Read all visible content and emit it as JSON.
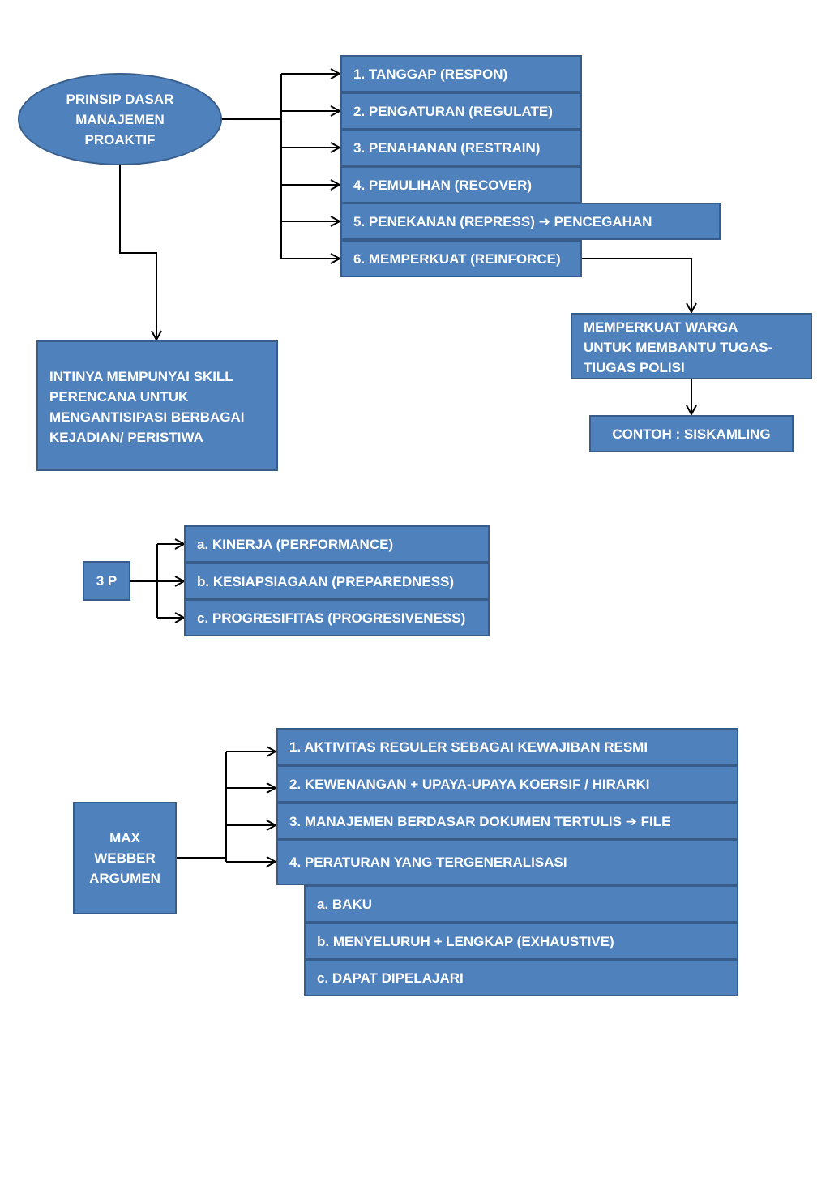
{
  "section1": {
    "root": "PRINSIP DASAR\nMANAJEMEN\nPROAKTIF",
    "items": [
      "1. TANGGAP (RESPON)",
      "2. PENGATURAN (REGULATE)",
      "3. PENAHANAN (RESTRAIN)",
      "4. PEMULIHAN (RECOVER)",
      "5. PENEKANAN (REPRESS) ➔ PENCEGAHAN",
      "6. MEMPERKUAT (REINFORCE)"
    ],
    "core_skill": "INTINYA MEMPUNYAI SKILL\nPERENCANA UNTUK\nMENGANTISIPASI BERBAGAI\nKEJADIAN/ PERISTIWA",
    "reinforce_detail": "MEMPERKUAT WARGA\nUNTUK MEMBANTU TUGAS-\nTIUGAS POLISI",
    "example": "CONTOH : SISKAMLING"
  },
  "section2": {
    "root": "3 P",
    "items": [
      "a. KINERJA (PERFORMANCE)",
      "b. KESIAPSIAGAAN (PREPAREDNESS)",
      "c. PROGRESIFITAS (PROGRESIVENESS)"
    ]
  },
  "section3": {
    "root": "MAX\nWEBBER\nARGUMEN",
    "items": [
      "1. AKTIVITAS REGULER SEBAGAI  KEWAJIBAN  RESMI",
      "2. KEWENANGAN + UPAYA-UPAYA KOERSIF / HIRARKI",
      "3. MANAJEMEN BERDASAR  DOKUMEN TERTULIS  ➔ FILE",
      "4. PERATURAN YANG TERGENERALISASI"
    ],
    "subitems": [
      "a. BAKU",
      "b. MENYELURUH + LENGKAP (EXHAUSTIVE)",
      "c. DAPAT DIPELAJARI"
    ]
  },
  "colors": {
    "box_fill": "#4f81bd",
    "box_border": "#385d8a",
    "text": "#ffffff",
    "connector": "#000000"
  }
}
